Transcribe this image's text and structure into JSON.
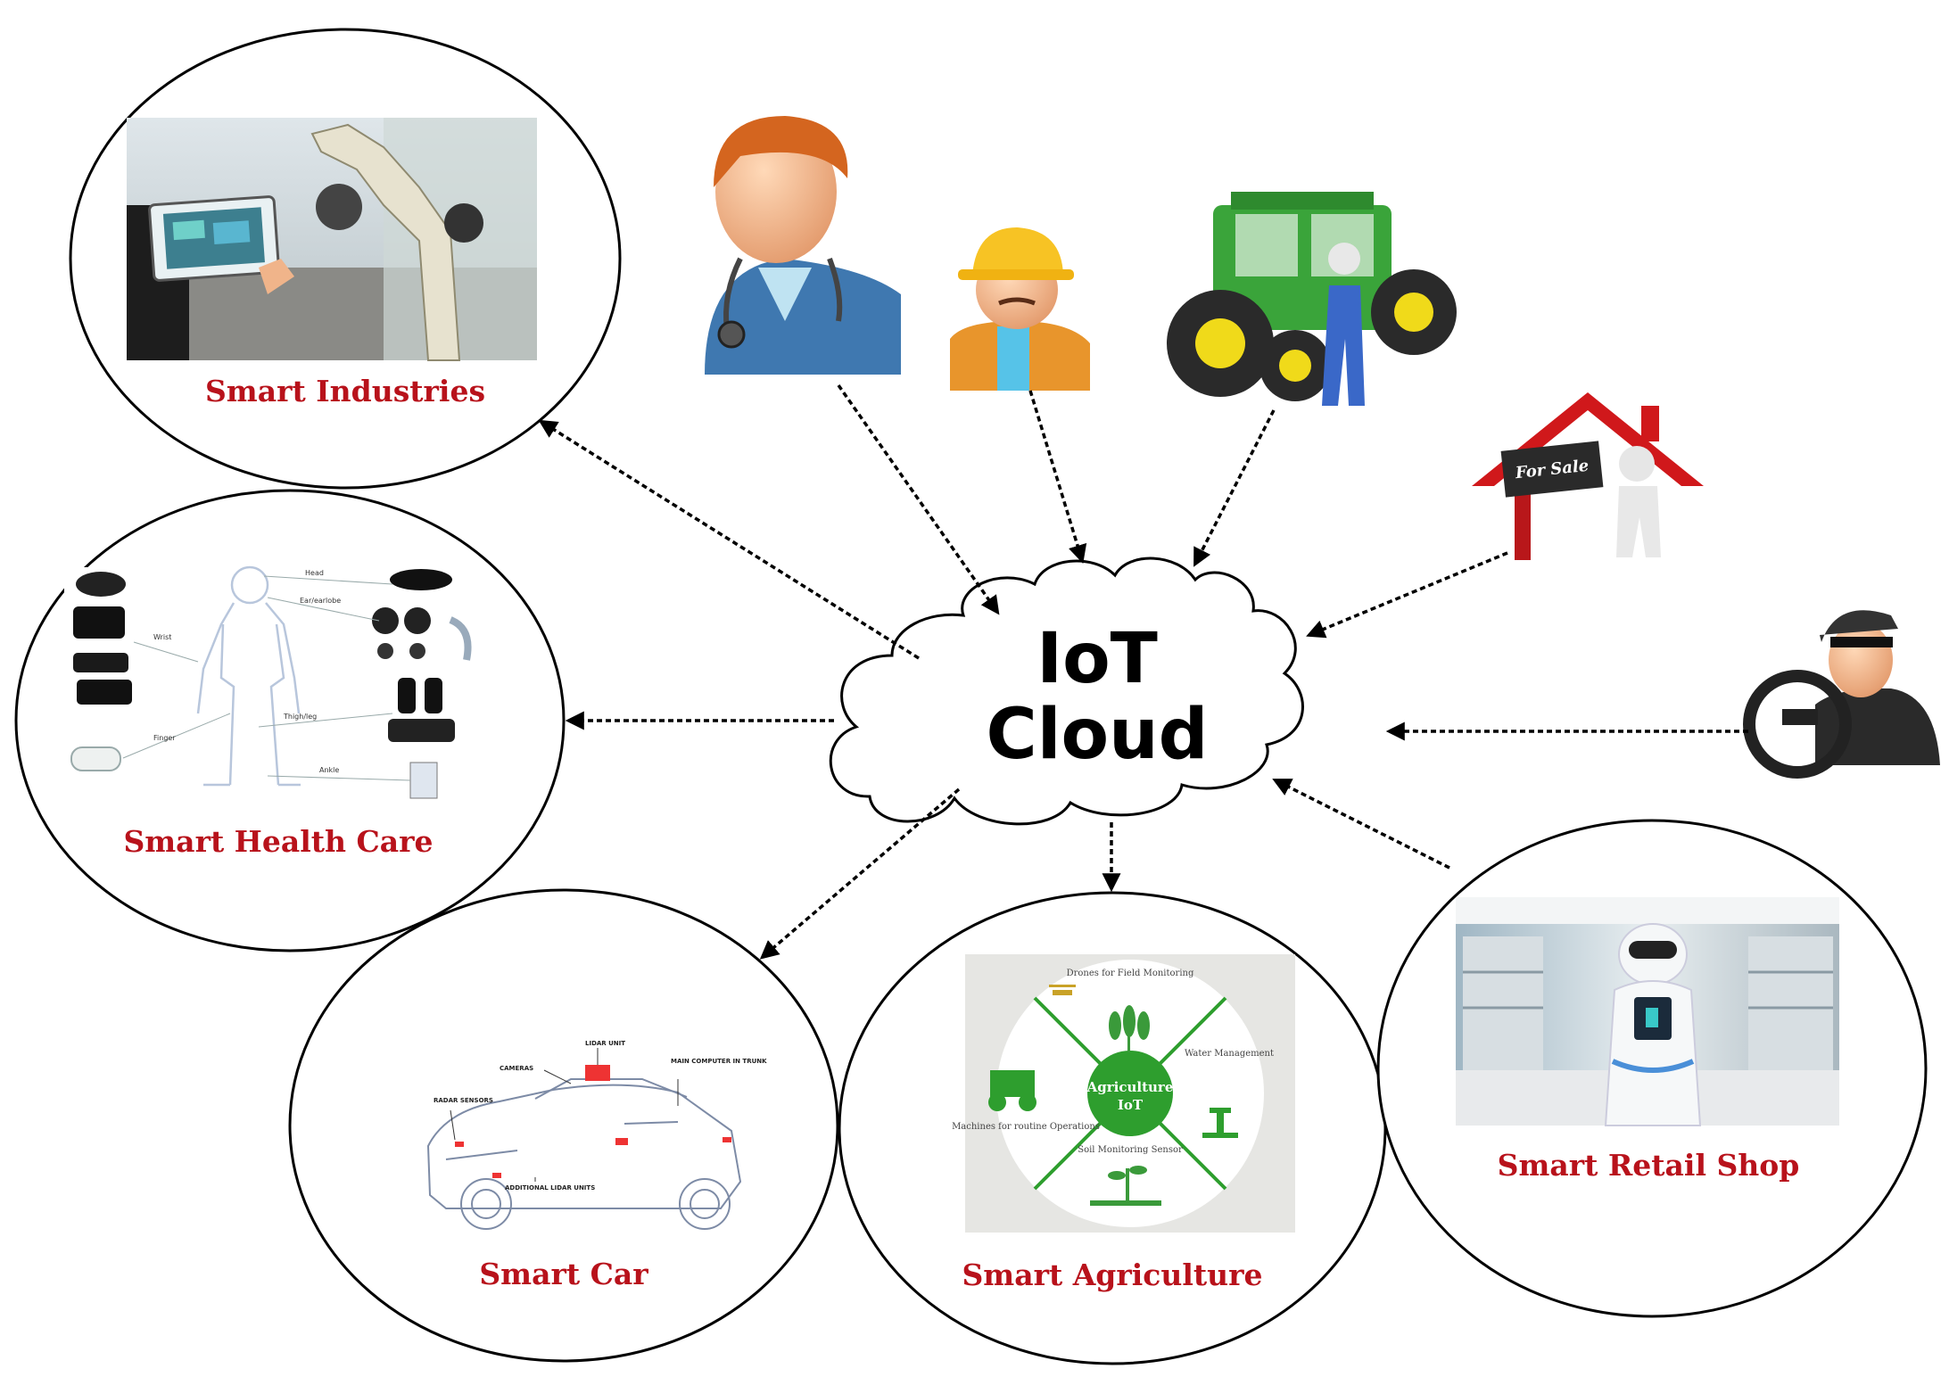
{
  "cloud": {
    "line1": "IoT",
    "line2": "Cloud"
  },
  "nodes": {
    "industries": {
      "label": "Smart Industries"
    },
    "health": {
      "label": "Smart Health Care",
      "body_labels": [
        "Head",
        "Ear/earlobe",
        "Wrist",
        "Thigh/leg",
        "Finger",
        "Ankle"
      ]
    },
    "car": {
      "label": "Smart Car",
      "parts": [
        "LIDAR UNIT",
        "CAMERAS",
        "MAIN COMPUTER IN TRUNK",
        "RADAR SENSORS",
        "ADDITIONAL LIDAR UNITS"
      ]
    },
    "agriculture": {
      "label": "Smart Agriculture",
      "center": [
        "Agriculture",
        "IoT"
      ],
      "segments": [
        "Drones for Field Monitoring",
        "Water Management",
        "Soil Monitoring Sensor",
        "Machines for routine Operations"
      ]
    },
    "retail": {
      "label": "Smart Retail Shop"
    }
  },
  "actors": {
    "house_sign": "For Sale",
    "icons": [
      "doctor-icon",
      "worker-icon",
      "tractor-icon",
      "house-for-sale-icon",
      "driver-icon"
    ]
  },
  "colors": {
    "label": "#b8121b",
    "agri_green": "#2e9e2e",
    "stroke": "#000000"
  }
}
